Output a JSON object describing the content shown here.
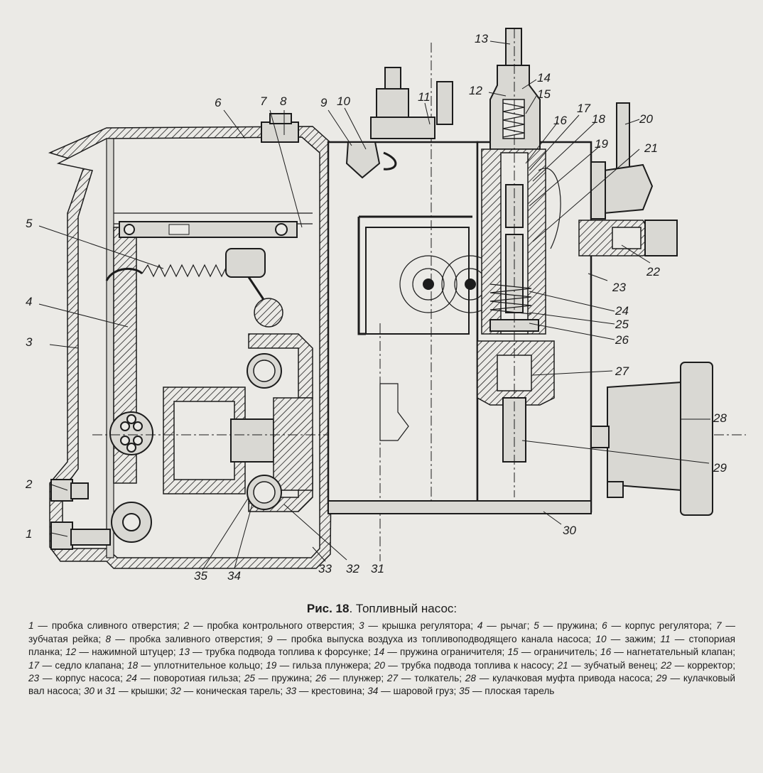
{
  "figure": {
    "callouts": [
      {
        "n": "1"
      },
      {
        "n": "2"
      },
      {
        "n": "3"
      },
      {
        "n": "4"
      },
      {
        "n": "5"
      },
      {
        "n": "6"
      },
      {
        "n": "7"
      },
      {
        "n": "8"
      },
      {
        "n": "9"
      },
      {
        "n": "10"
      },
      {
        "n": "11"
      },
      {
        "n": "12"
      },
      {
        "n": "13"
      },
      {
        "n": "14"
      },
      {
        "n": "15"
      },
      {
        "n": "16"
      },
      {
        "n": "17"
      },
      {
        "n": "18"
      },
      {
        "n": "19"
      },
      {
        "n": "20"
      },
      {
        "n": "21"
      },
      {
        "n": "22"
      },
      {
        "n": "23"
      },
      {
        "n": "24"
      },
      {
        "n": "25"
      },
      {
        "n": "26"
      },
      {
        "n": "27"
      },
      {
        "n": "28"
      },
      {
        "n": "29"
      },
      {
        "n": "30"
      },
      {
        "n": "31"
      },
      {
        "n": "32"
      },
      {
        "n": "33"
      },
      {
        "n": "34"
      },
      {
        "n": "35"
      }
    ]
  },
  "caption": {
    "title_prefix": "Рис. 18",
    "title_text": ". Топливный насос:",
    "items": [
      {
        "n": "1",
        "text": " — пробка сливного отверстия; "
      },
      {
        "n": "2",
        "text": " — пробка контрольного отверстия; "
      },
      {
        "n": "3",
        "text": " — крышка регулятора; "
      },
      {
        "n": "4",
        "text": " — рычаг; "
      },
      {
        "n": "5",
        "text": " — пружина; "
      },
      {
        "n": "6",
        "text": " — корпус регулятора; "
      },
      {
        "n": "7",
        "text": " — зубчатая рейка; "
      },
      {
        "n": "8",
        "text": " — пробка заливного отверстия; "
      },
      {
        "n": "9",
        "text": " — пробка выпуска воздуха из топливоподводящего канала насоса; "
      },
      {
        "n": "10",
        "text": " — зажим; "
      },
      {
        "n": "11",
        "text": " — стопориая планка; "
      },
      {
        "n": "12",
        "text": " — нажимной штуцер; "
      },
      {
        "n": "13",
        "text": " — трубка подвода топлива к форсунке; "
      },
      {
        "n": "14",
        "text": " — пружина ограничителя; "
      },
      {
        "n": "15",
        "text": " — ограничитель; "
      },
      {
        "n": "16",
        "text": " — нагнетательный клапан; "
      },
      {
        "n": "17",
        "text": " — седло клапана; "
      },
      {
        "n": "18",
        "text": " — уплотнительное кольцо; "
      },
      {
        "n": "19",
        "text": " — гильза плунжера; "
      },
      {
        "n": "20",
        "text": " — трубка подвода топлива к насосу; "
      },
      {
        "n": "21",
        "text": " — зубчатый венец; "
      },
      {
        "n": "22",
        "text": " — корректор; "
      },
      {
        "n": "23",
        "text": " — корпус насоса; "
      },
      {
        "n": "24",
        "text": " — поворотиая гильза; "
      },
      {
        "n": "25",
        "text": " — пружина; "
      },
      {
        "n": "26",
        "text": " — плунжер; "
      },
      {
        "n": "27",
        "text": " — толкатель; "
      },
      {
        "n": "28",
        "text": " — кулачковая муфта привода насоса; "
      },
      {
        "n": "29",
        "text": " — кулачковый вал насоса; "
      },
      {
        "n": "30",
        "text": " и "
      },
      {
        "n": "31",
        "text": " — крышки; "
      },
      {
        "n": "32",
        "text": " — коническая тарель; "
      },
      {
        "n": "33",
        "text": " — крестовина; "
      },
      {
        "n": "34",
        "text": " — шаровой груз; "
      },
      {
        "n": "35",
        "text": " — плоская тарель"
      }
    ]
  }
}
